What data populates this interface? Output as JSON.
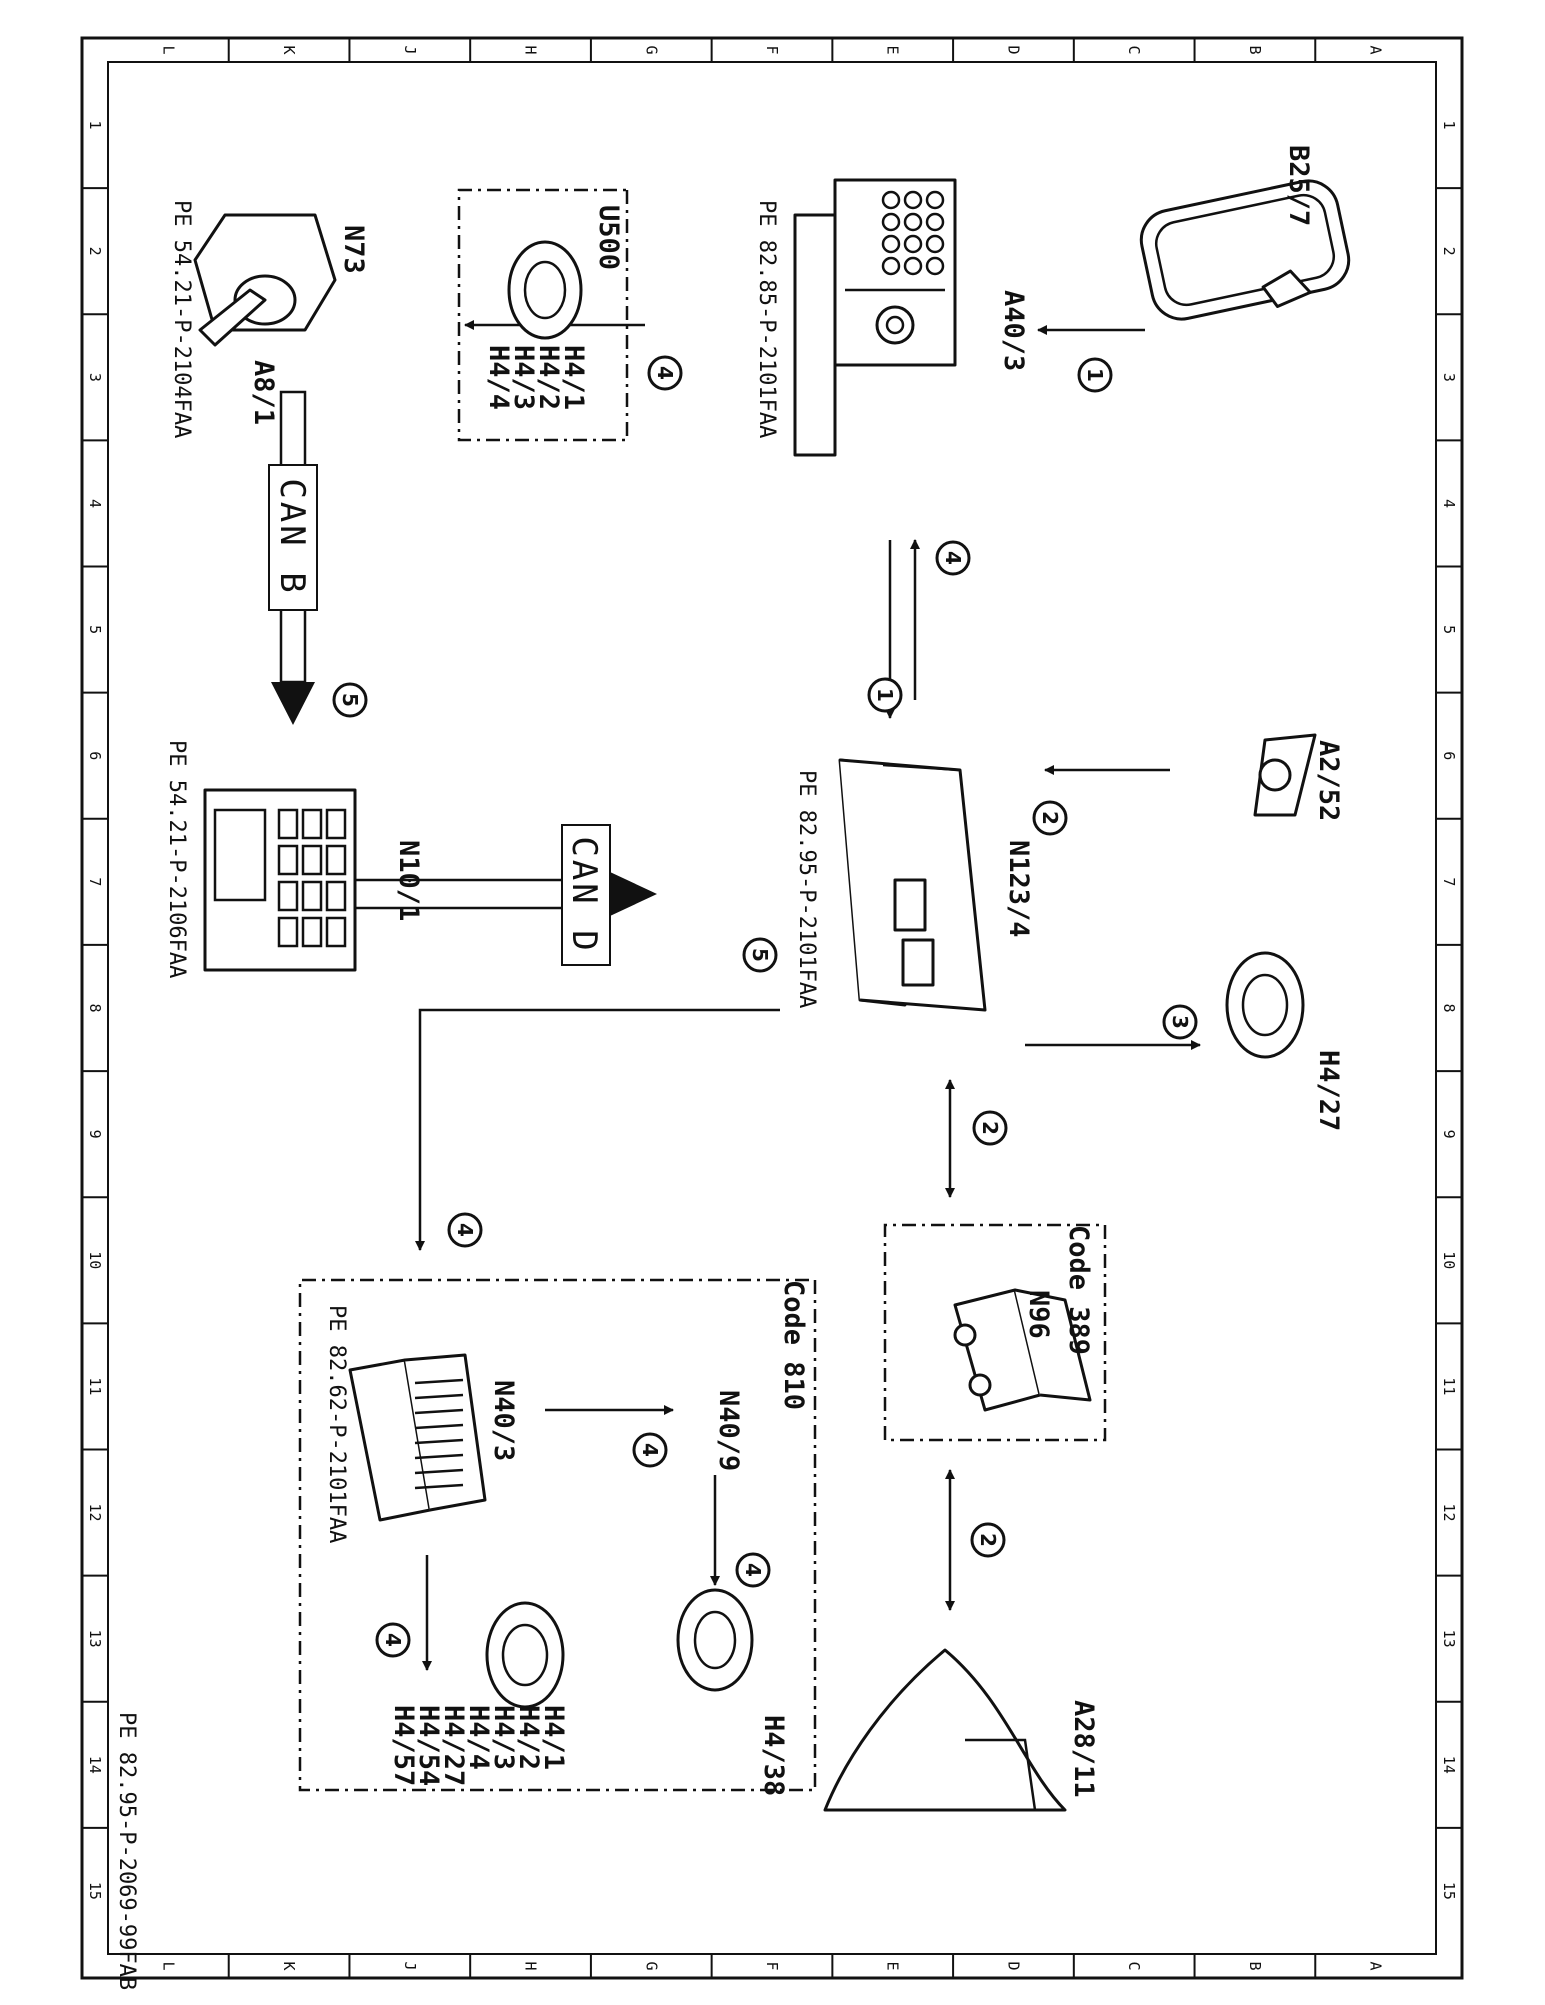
{
  "frame": {
    "col_letters": [
      "L",
      "K",
      "J",
      "H",
      "G",
      "F",
      "E",
      "D",
      "C",
      "B",
      "A"
    ],
    "row_numbers": [
      "1",
      "2",
      "3",
      "4",
      "5",
      "6",
      "7",
      "8",
      "9",
      "10",
      "11",
      "12",
      "13",
      "14",
      "15"
    ],
    "doc_id": "PE 82.95-P-2069-99FAB"
  },
  "components": {
    "b25_7": "B25/7",
    "a40_3": "A40/3",
    "u500": "U500",
    "u500_list": [
      "H4/1",
      "H4/2",
      "H4/3",
      "H4/4"
    ],
    "n73": "N73",
    "a8_1": "A8/1",
    "a2_52": "A2/52",
    "n123_4": "N123/4",
    "h4_27": "H4/27",
    "n10_1": "N10/1",
    "n96": "N96",
    "code_389": "Code 389",
    "a28_11": "A28/11",
    "code_810": "Code 810",
    "n40_9": "N40/9",
    "n40_3": "N40/3",
    "h4_38": "H4/38",
    "n40_3_list": [
      "H4/1",
      "H4/2",
      "H4/3",
      "H4/4",
      "H4/27",
      "H4/54",
      "H4/57"
    ]
  },
  "references": {
    "a40_3_ref": "PE 82.85-P-2101FAA",
    "n73_ref": "PE 54.21-P-2104FAA",
    "n10_1_ref": "PE 54.21-P-2106FAA",
    "n123_4_ref": "PE 82.95-P-2101FAA",
    "n40_3_ref": "PE 82.62-P-2101FAA"
  },
  "buses": {
    "can_b": "CAN B",
    "can_d": "CAN D"
  },
  "steps": {
    "s1": "1",
    "s2": "2",
    "s3": "3",
    "s4": "4",
    "s5": "5"
  }
}
